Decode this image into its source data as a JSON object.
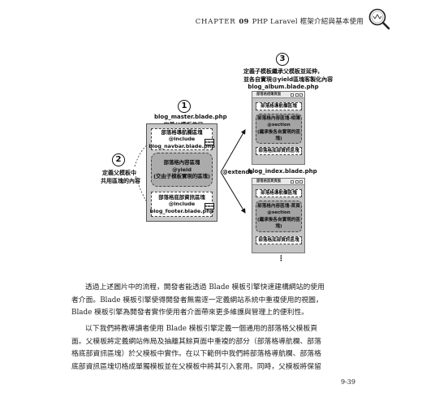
{
  "header": {
    "chapter_word": "CHAPTER",
    "chapter_num": "09",
    "chapter_title": "PHP Laravel 框架介紹與基本使用"
  },
  "diagram": {
    "step1": {
      "num": "1",
      "file": "blog_master.blade.php",
      "desc": "定義父模板佈局"
    },
    "step2": {
      "num": "2",
      "line1": "定義父模板中",
      "line2": "共用區塊的內容"
    },
    "step3": {
      "num": "3",
      "line1": "定義子模板繼承父模板並延伸，",
      "line2": "並各自實現@yield區塊客製化內容",
      "file": "blog_album.blade.php"
    },
    "master": {
      "navbar": {
        "line1": "部落格導航欄區塊",
        "line2": "@include",
        "line3": "blog_navbar.blade.php"
      },
      "yield": {
        "line1": "部落格內容區塊",
        "line2": "@yield",
        "line3": "(交由子模板實現的區塊)"
      },
      "footer": {
        "line1": "部落格底部資訊區塊",
        "line2": "@include",
        "line3": "blog_footer.blade.php"
      },
      "file_icon_label": "blade"
    },
    "extends_label": "@extends",
    "album_page": {
      "title": "部落格相簿頁面",
      "navbar": "部落格導航欄區塊",
      "content": {
        "line1": "部落格內容區塊-相簿",
        "line2": "@section",
        "line3": "(繼承後各自實現的區塊)"
      },
      "footer": "部落格底部資訊區塊"
    },
    "index_file": "blog_index.blade.php",
    "index_page": {
      "title": "部落格首頁頁面",
      "navbar": "部落格導航欄區塊",
      "content": {
        "line1": "部落格內容區塊-首頁",
        "line2": "@section",
        "line3": "(繼承後各自實現的區塊)"
      },
      "footer": "部落格底部資訊區塊"
    },
    "ellipsis": "⋮"
  },
  "paragraphs": [
    "透過上述圖片中的流程，開發者能透過 Blade 模板引擎快速建構網站的使用",
    "者介面。Blade 模板引擎使得開發者無需逐一定義網站系統中重複使用的視圖，",
    "Blade 模板引擎為開發者實作使用者介面帶來更多維護與管理上的便利性。",
    "以下我們將教導讀者使用 Blade 模板引擎定義一個通用的部落格父模板頁",
    "面。父模板將定義網站佈局及抽離其餘頁面中重複的部分（部落格導航欄、部落",
    "格底部資訊區塊）於父模板中實作。在以下範例中我們將部落格導航欄、部落格",
    "底部資訊區塊切格成單獨模板並在父模板中將其引入套用。同時，父模板將保留"
  ],
  "page_number": "9-39"
}
